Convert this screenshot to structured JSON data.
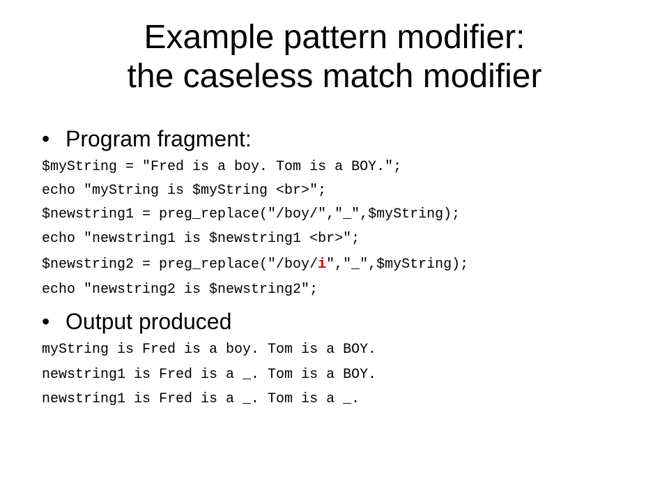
{
  "slide": {
    "title_line1": "Example pattern modifier:",
    "title_line2": "the caseless match modifier"
  },
  "section1": {
    "bullet_symbol": "•",
    "heading": "Program fragment:",
    "code_lines": [
      "$myString = \"Fred is a boy. Tom is a BOY.\";",
      "echo \"myString is $myString <br>\";",
      "$newstring1 = preg_replace(\"/boy/\",\"_\",$myString);",
      "echo \"newstring1 is $newstring1 <br>\";",
      "echo \"newstring2 is $newstring2\";"
    ],
    "line5_before": "$newstring2 = preg_replace(\"/boy/",
    "line5_highlight": "i",
    "line5_after": "\",\"_\",$myString);",
    "highlight_color": "#cc0000"
  },
  "section2": {
    "bullet_symbol": "•",
    "heading": "Output produced",
    "output_lines": [
      "myString is Fred is a boy. Tom is a BOY.",
      "newstring1 is Fred is a _. Tom is a BOY.",
      "newstring1 is Fred is a _. Tom is a _."
    ]
  }
}
